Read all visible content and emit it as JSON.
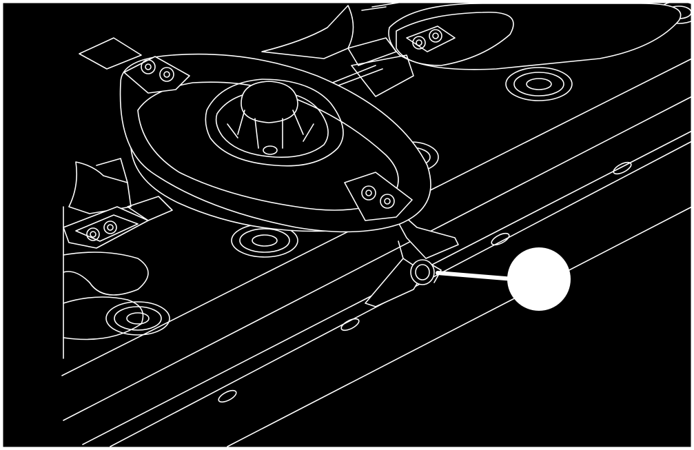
{
  "figure": {
    "background_color": "#000000",
    "line_color": "#ffffff",
    "border_color": "#ffffff",
    "components": [
      "cutter-disc-center",
      "cutter-disc-left",
      "cutter-disc-top-right",
      "cutter-bar",
      "mounting-bolt"
    ],
    "callout": {
      "label": "",
      "marker_color": "#ffffff",
      "points_to": "mounting-bolt"
    }
  }
}
